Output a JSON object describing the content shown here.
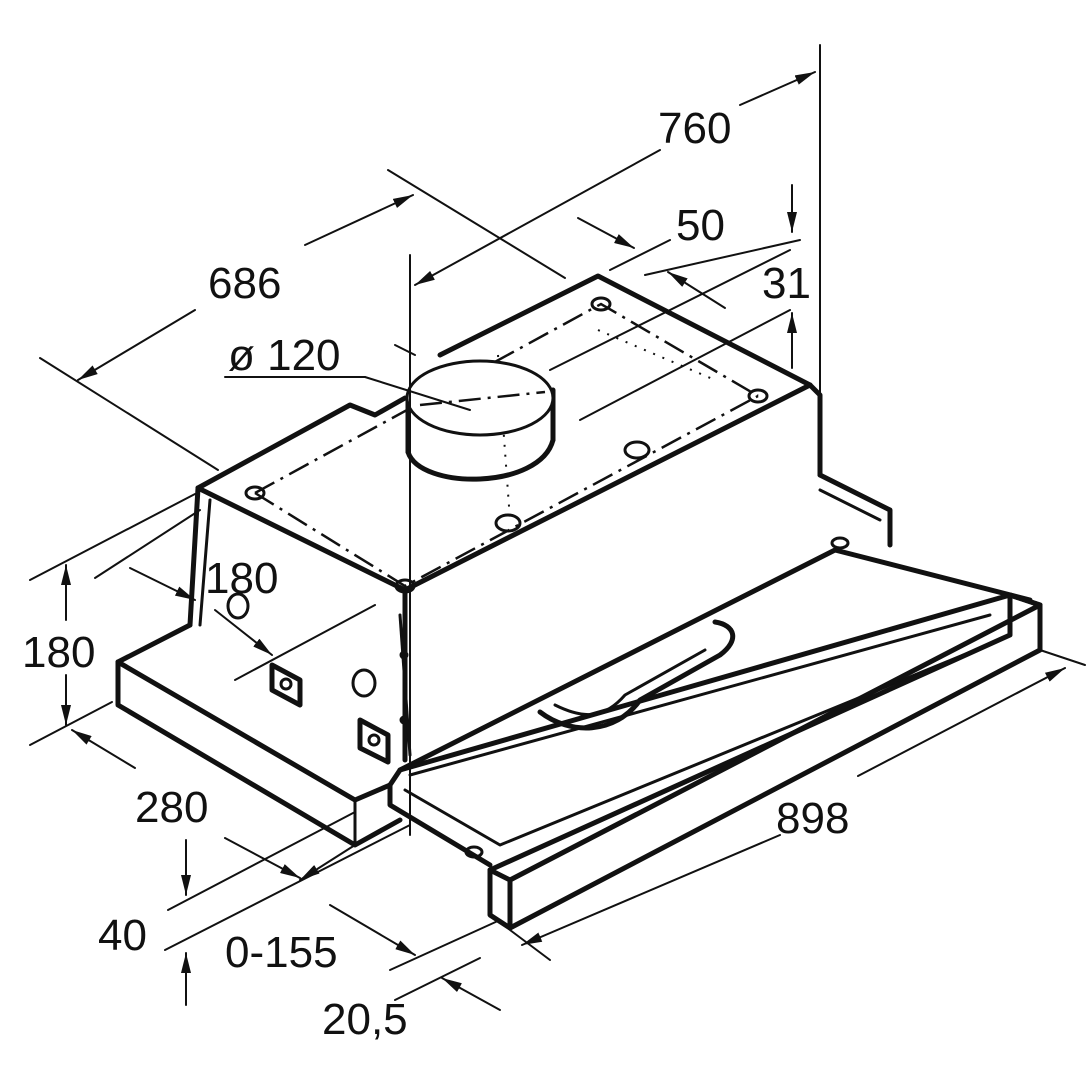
{
  "diagram": {
    "subject": "telescopic cooker hood dimension drawing",
    "dimensions": {
      "width_top": "760",
      "depth_body": "686",
      "duct_offset": "50",
      "duct_height_offset": "31",
      "duct_diameter": "ø 120",
      "side_depth": "180",
      "height": "180",
      "front_depth": "280",
      "bottom_height": "40",
      "pullout": "0-155",
      "front_panel": "20,5",
      "total_width": "898"
    }
  }
}
